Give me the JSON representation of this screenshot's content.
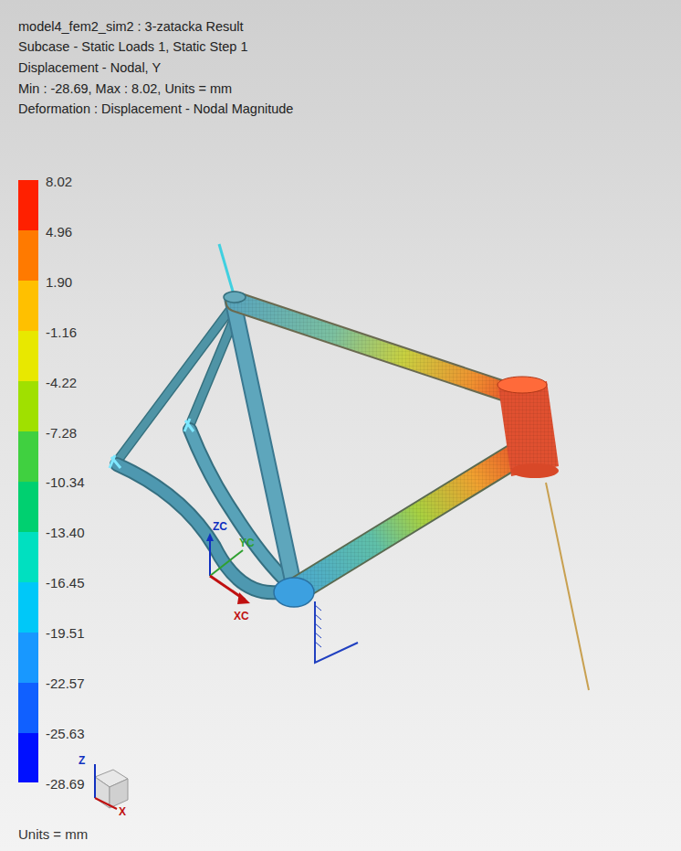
{
  "diagram": {
    "labels": [
      "model4_fem2_sim2 : 3-zatacka Result",
      "Subcase - Static Loads 1, Static Step 1",
      "Displacement - Nodal, Y",
      "Min : -28.69, Max : 8.02, Units = mm",
      "Deformation : Displacement - Nodal Magnitude",
      "8.02",
      "4.96",
      "1.90",
      "-1.16",
      "-4.22",
      "-7.28",
      "-10.34",
      "-13.40",
      "-16.45",
      "-19.51",
      "-22.57",
      "-25.63",
      "-28.69",
      "ZC",
      "YC",
      "XC",
      "Z",
      "X",
      "Units = mm"
    ]
  }
}
